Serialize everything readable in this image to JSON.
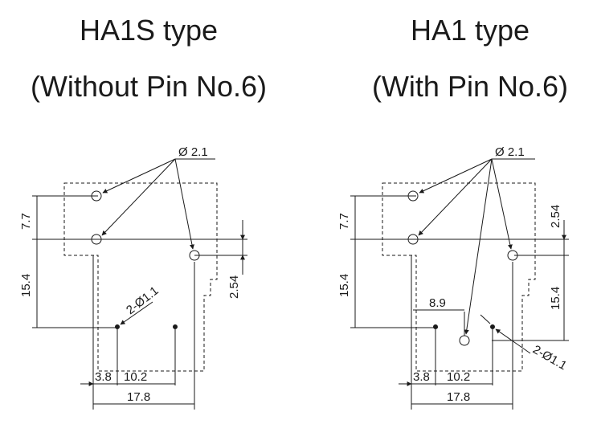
{
  "left": {
    "title": "HA1S type",
    "subtitle": "(Without Pin No.6)",
    "hole_label": "Ø 2.1",
    "pin_label": "2-Ø1.1",
    "dim_vertical_top": "7.7",
    "dim_vertical_bottom": "15.4",
    "dim_right": "2.54",
    "dim_a": "3.8",
    "dim_b": "10.2",
    "dim_total": "17.8"
  },
  "right": {
    "title": "HA1 type",
    "subtitle": "(With Pin No.6)",
    "hole_label": "Ø 2.1",
    "pin_label": "2-Ø1.1",
    "dim_vertical_top": "7.7",
    "dim_vertical_bottom": "15.4",
    "dim_right_top": "2.54",
    "dim_right_bottom": "15.4",
    "dim_pin6": "8.9",
    "dim_a": "3.8",
    "dim_b": "10.2",
    "dim_total": "17.8"
  },
  "colors": {
    "line": "#1a1a1a",
    "background": "#ffffff"
  }
}
